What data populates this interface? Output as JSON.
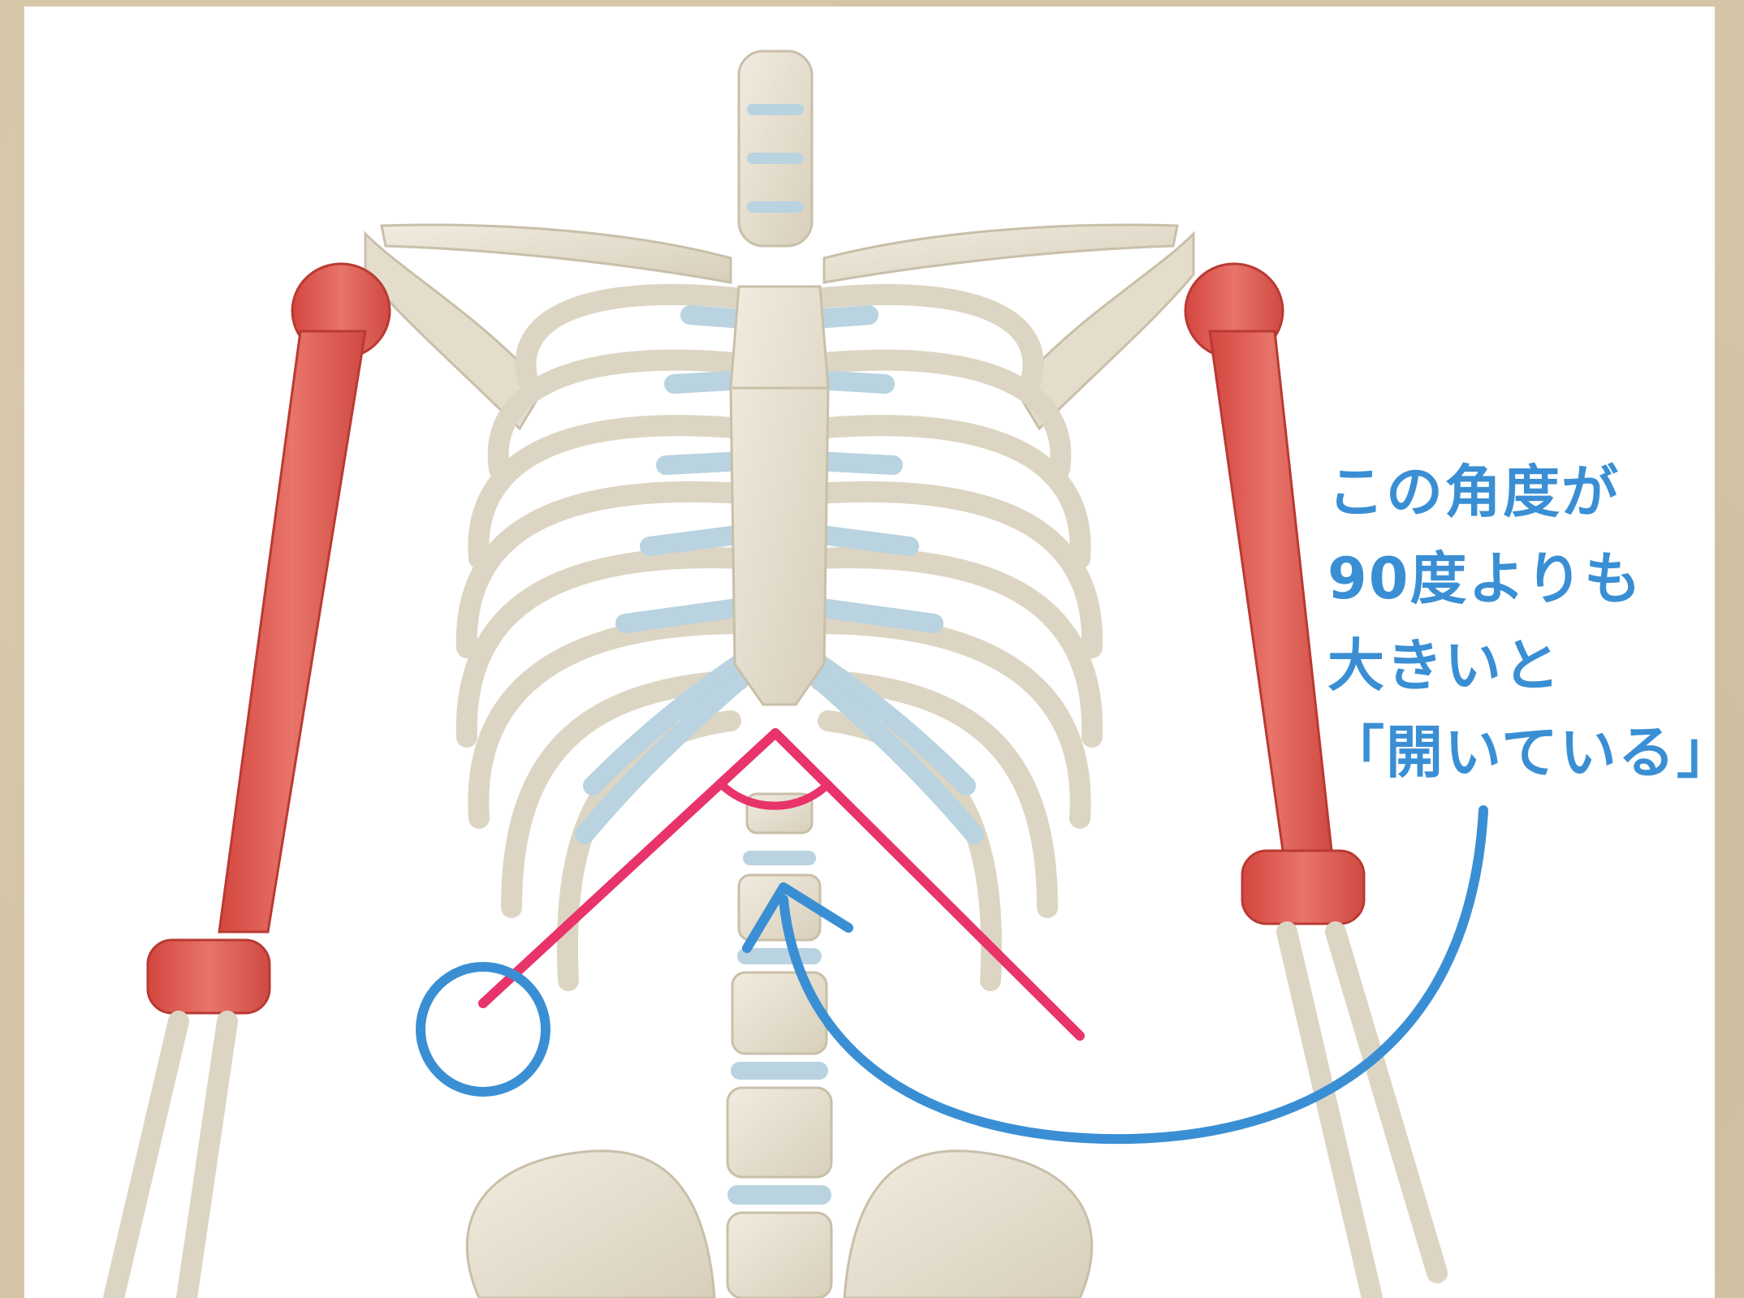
{
  "annotation": {
    "lines": [
      "この角度が",
      "90度よりも",
      "大きいと",
      "「開いている」"
    ]
  },
  "colors": {
    "frame": "#d5c5a6",
    "panel": "#ffffff",
    "bone": "#e9e3d3",
    "bone_shadow": "#cfc6b2",
    "cartilage": "#b9d3e0",
    "humerus_highlight": "#e0635a",
    "angle_line": "#e8336b",
    "annotation_blue": "#3a8fd4"
  },
  "icons": {
    "circle_marker": "circle-marker-icon",
    "curved_arrow": "curved-arrow-icon"
  }
}
